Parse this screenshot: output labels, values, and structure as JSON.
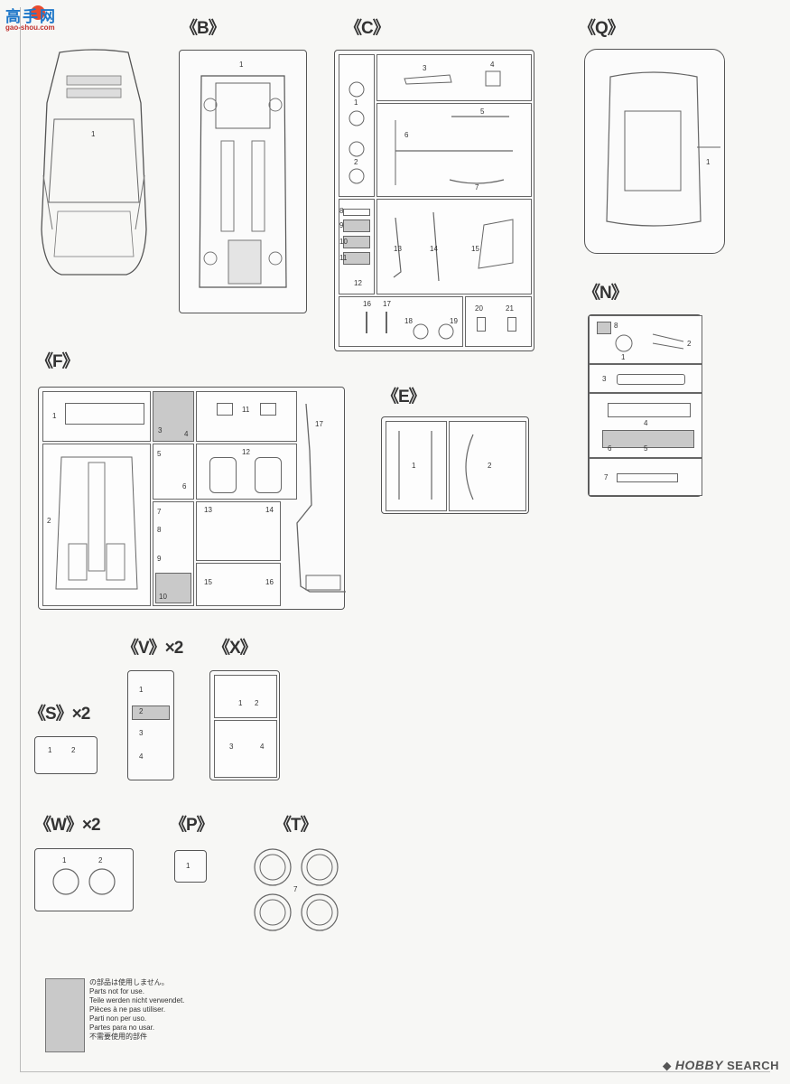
{
  "watermark_site": {
    "logo": "高手网",
    "url": "gao-shou.com"
  },
  "watermark_bottom": {
    "brand": "HOBBY SEARCH",
    "part1": "HOBBY",
    "part2": "SEARCH"
  },
  "sprues": {
    "A": {
      "parts": [
        "1"
      ]
    },
    "B": {
      "label": "《B》",
      "parts": [
        "1"
      ]
    },
    "C": {
      "label": "《C》",
      "parts": [
        "1",
        "2",
        "3",
        "4",
        "5",
        "6",
        "7",
        "8",
        "9",
        "10",
        "11",
        "12",
        "13",
        "14",
        "15",
        "16",
        "17",
        "18",
        "19",
        "20",
        "21"
      ]
    },
    "Q": {
      "label": "《Q》",
      "parts": [
        "1"
      ]
    },
    "N": {
      "label": "《N》",
      "parts": [
        "8",
        "1",
        "2",
        "3",
        "4",
        "6",
        "5",
        "7"
      ]
    },
    "F": {
      "label": "《F》",
      "parts": [
        "1",
        "3",
        "4",
        "11",
        "17",
        "12",
        "5",
        "6",
        "2",
        "7",
        "8",
        "9",
        "10",
        "13",
        "14",
        "15",
        "16"
      ]
    },
    "E": {
      "label": "《E》",
      "parts": [
        "1",
        "2"
      ]
    },
    "V": {
      "label": "《V》×2",
      "parts": [
        "1",
        "2",
        "3",
        "4"
      ]
    },
    "X": {
      "label": "《X》",
      "parts": [
        "1",
        "2",
        "3",
        "4"
      ]
    },
    "S": {
      "label": "《S》×2",
      "parts": [
        "1",
        "2"
      ]
    },
    "W": {
      "label": "《W》×2",
      "parts": [
        "1",
        "2"
      ]
    },
    "P": {
      "label": "《P》",
      "parts": [
        "1"
      ]
    },
    "T": {
      "label": "《T》",
      "parts": [
        "7"
      ]
    }
  },
  "legend": {
    "lines": [
      "の部品は使用しません。",
      "Parts not for use.",
      "Teile werden nicht verwendet.",
      "Pièces à ne pas utiliser.",
      "Parti non per uso.",
      "Partes para no usar.",
      "不需要使用的部件"
    ]
  },
  "colors": {
    "unused_shade": "#c9c9c9",
    "line": "#555555",
    "logo_blue": "#1e77c9",
    "logo_red": "#c0302d"
  }
}
